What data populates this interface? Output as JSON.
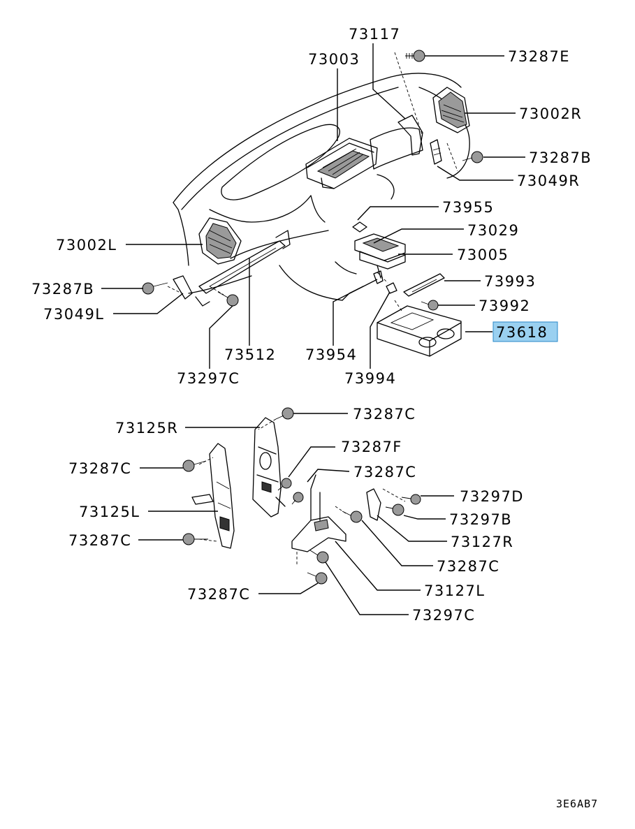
{
  "labels": {
    "p73117": "73117",
    "p73003": "73003",
    "p73287E": "73287E",
    "p73002R": "73002R",
    "p73287B_r": "73287B",
    "p73049R": "73049R",
    "p73955": "73955",
    "p73029": "73029",
    "p73005": "73005",
    "p73002L": "73002L",
    "p73993": "73993",
    "p73287B_l": "73287B",
    "p73992": "73992",
    "p73049L": "73049L",
    "p73618": "73618",
    "p73512": "73512",
    "p73954": "73954",
    "p73297C_top": "73297C",
    "p73994": "73994",
    "p73287C_1": "73287C",
    "p73125R": "73125R",
    "p73287F": "73287F",
    "p73287C_2": "73287C",
    "p73287C_3": "73287C",
    "p73297D": "73297D",
    "p73125L": "73125L",
    "p73297B": "73297B",
    "p73287C_4": "73287C",
    "p73127R": "73127R",
    "p73287C_5": "73287C",
    "p73127L": "73127L",
    "p73287C_6": "73287C",
    "p73297C_bot": "73297C"
  },
  "highlight": {
    "part": "73618",
    "color": "#9ad0f0"
  },
  "diagram_code": "3E6AB7"
}
